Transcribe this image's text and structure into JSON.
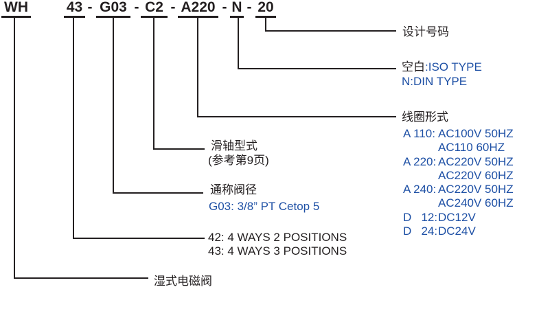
{
  "model_code": {
    "separator": "-",
    "segments": [
      {
        "id": "wh",
        "text": "WH"
      },
      {
        "id": "43",
        "text": "43"
      },
      {
        "id": "g03",
        "text": "G03"
      },
      {
        "id": "c2",
        "text": "C2"
      },
      {
        "id": "a220",
        "text": "A220"
      },
      {
        "id": "n",
        "text": "N"
      },
      {
        "id": "20",
        "text": "20"
      }
    ]
  },
  "callouts": {
    "design_number": {
      "title": "设计号码"
    },
    "mount_type": {
      "prefix": "空白",
      "prefix_value": ":ISO TYPE",
      "line2": "N:DIN TYPE"
    },
    "coil": {
      "title": "线圈形式",
      "rows": [
        {
          "code": "A 110:",
          "value": "AC100V 50HZ"
        },
        {
          "code": "",
          "value": "AC110 60HZ"
        },
        {
          "code": "A 220:",
          "value": "AC220V 50HZ"
        },
        {
          "code": "",
          "value": "AC220V 60HZ"
        },
        {
          "code": "A 240:",
          "value": "AC220V 50HZ"
        },
        {
          "code": "",
          "value": "AC240V 60HZ"
        },
        {
          "code": "D   12:",
          "value": "DC12V"
        },
        {
          "code": "D   24:",
          "value": "DC24V"
        }
      ]
    },
    "spool": {
      "title": "滑轴型式",
      "note": "(参考第9页)"
    },
    "valve_size": {
      "title": "通称阀径",
      "value": "G03: 3/8” PT Cetop 5"
    },
    "ways": {
      "line1": "42: 4 WAYS 2 POSITIONS",
      "line2": "43: 4 WAYS 3 POSITIONS"
    },
    "valve_type": {
      "title": "湿式电磁阀"
    }
  },
  "colors": {
    "ink": "#231f20",
    "blue": "#1e50a5"
  }
}
